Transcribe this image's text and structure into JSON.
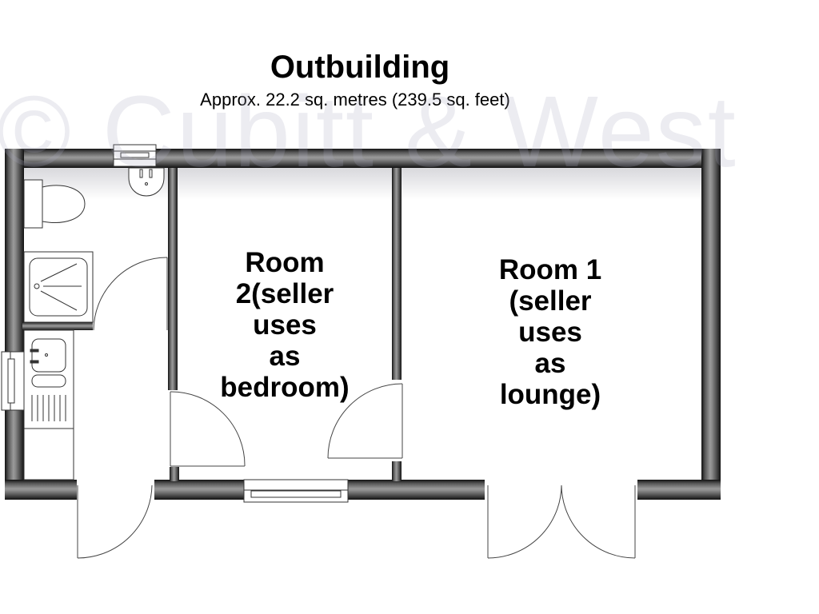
{
  "header": {
    "title": "Outbuilding",
    "subtitle": "Approx. 22.2 sq. metres (239.5 sq. feet)"
  },
  "watermark": "© Cubitt & West",
  "rooms": [
    {
      "id": "room-2",
      "lines": [
        "Room",
        "2(seller",
        "uses",
        "as",
        "bedroom)"
      ]
    },
    {
      "id": "room-1",
      "lines": [
        "Room 1",
        "(seller",
        "uses",
        "as",
        "lounge)"
      ]
    }
  ],
  "fixtures": [
    "toilet-icon",
    "wash-basin-icon",
    "shower-tray-icon",
    "kitchen-sink-icon",
    "drainer-icon",
    "window-icon",
    "door-swing-icon",
    "double-door-icon"
  ],
  "colors": {
    "wall_dark": "#1a1a1a",
    "wall_mid": "#7a7a7a",
    "wall_light": "#a0a0a0",
    "background": "#ffffff"
  }
}
